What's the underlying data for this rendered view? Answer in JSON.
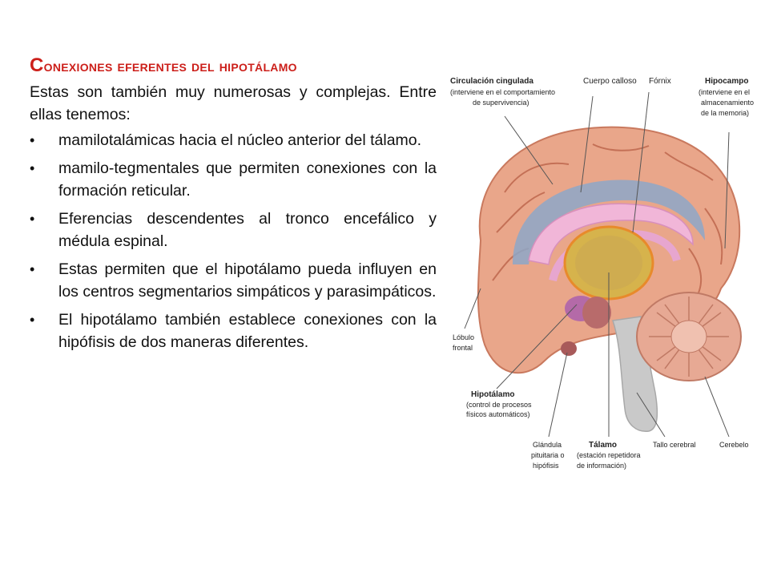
{
  "slide": {
    "title_first": "C",
    "title_rest": "onexiones eferentes del hipotálamo",
    "intro": "Estas son también muy numerosas y complejas. Entre ellas tenemos:",
    "bullets": [
      " mamilotalámicas hacia el núcleo anterior del tálamo.",
      " mamilo-tegmentales que permiten conexiones con la formación reticular.",
      "Eferencias descendentes al tronco encefálico y médula espinal.",
      "Estas permiten que el hipotálamo pueda influyen en los centros segmentarios simpáticos y parasimpáticos.",
      "El hipotálamo también establece conexiones con la hipófisis de dos maneras diferentes."
    ]
  },
  "figure": {
    "labels": {
      "circ_title": "Circulación cingulada",
      "circ_sub1": "(interviene en el comportamiento",
      "circ_sub2": "de supervivencia)",
      "cuerpo": "Cuerpo calloso",
      "fornix": "Fórnix",
      "hipo_title": "Hipocampo",
      "hipo_sub1": "(interviene en el",
      "hipo_sub2": "almacenamiento",
      "hipo_sub3": "de la memoria)",
      "lobulo1": "Lóbulo",
      "lobulo2": "frontal",
      "hipot_title": "Hipotálamo",
      "hipot_sub1": "(control de procesos",
      "hipot_sub2": "físicos automáticos)",
      "glan1": "Glándula",
      "glan2": "pituitaria o",
      "glan3": "hipófisis",
      "tal_title": "Tálamo",
      "tal_sub1": "(estación repetidora",
      "tal_sub2": "de información)",
      "tallo": "Tallo cerebral",
      "cerebelo": "Cerebelo"
    }
  }
}
